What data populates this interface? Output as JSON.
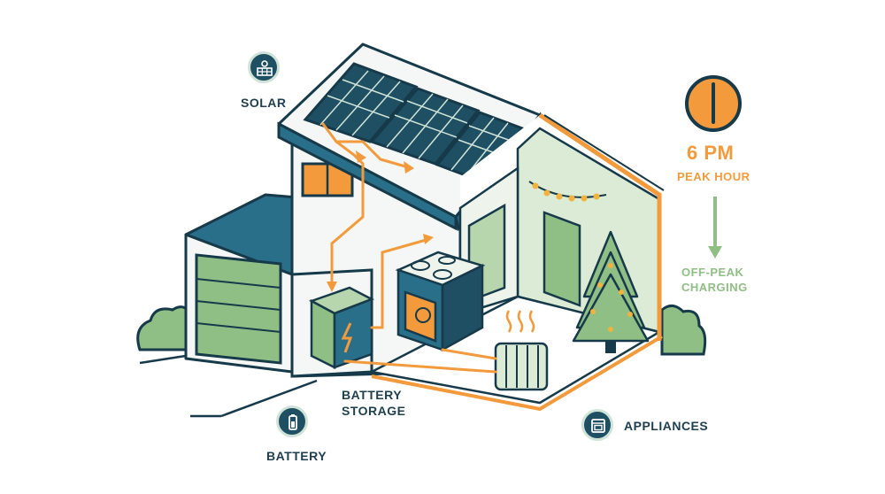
{
  "labels": {
    "solar": "SOLAR",
    "battery": "BATTERY",
    "battery_storage_line1": "BATTERY",
    "battery_storage_line2": "STORAGE",
    "appliances": "APPLIANCES",
    "time": "6 PM",
    "peak_hour": "PEAK HOUR",
    "off_peak_line1": "OFF-PEAK",
    "off_peak_line2": "CHARGING"
  },
  "icons": {
    "solar": "solar-panel-icon",
    "battery": "battery-icon",
    "appliances": "oven-icon",
    "clock": "clock-icon"
  },
  "colors": {
    "navy": "#1f4f63",
    "teal": "#2a6f8a",
    "green": "#8fbf84",
    "light_green": "#dcebd5",
    "orange": "#f39a3c",
    "outline": "#163a4a"
  }
}
